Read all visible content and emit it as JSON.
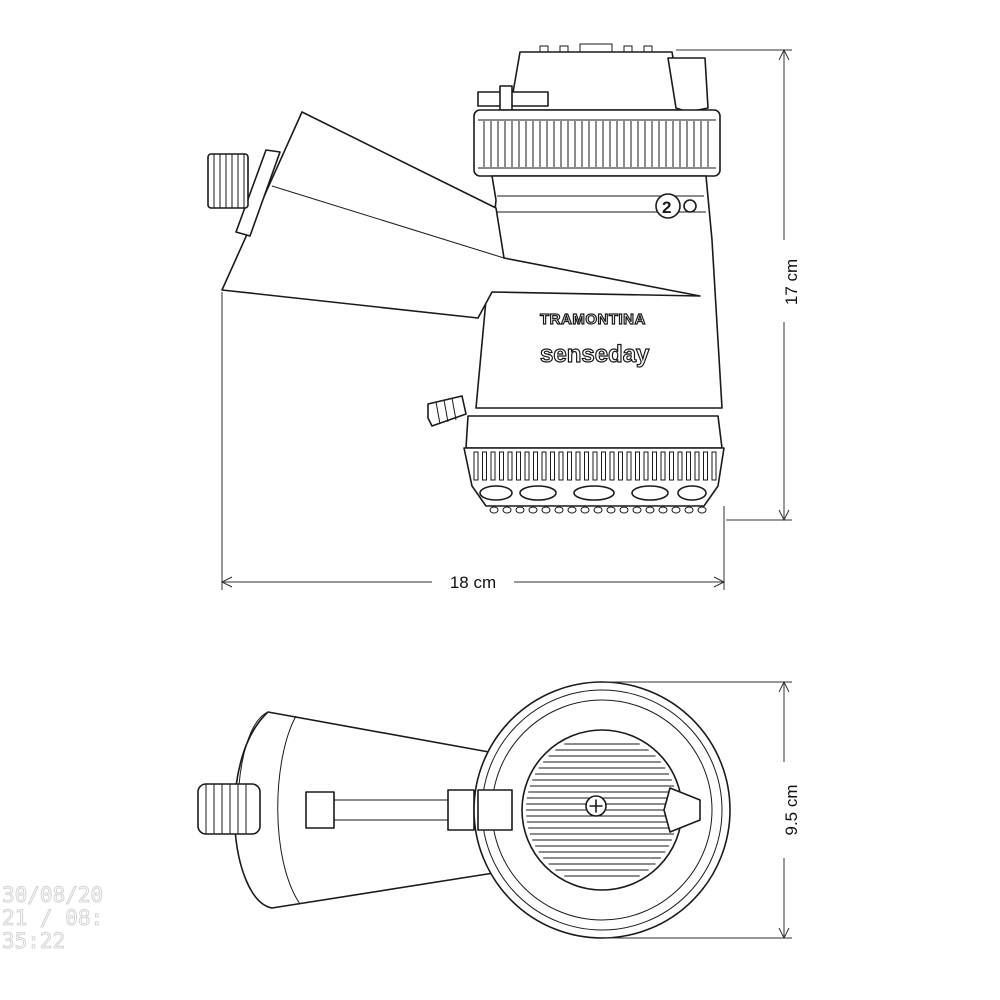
{
  "dimensions": {
    "width_label": "18 cm",
    "height_label": "17 cm",
    "depth_label": "9.5 cm"
  },
  "product": {
    "brand": "TRAMONTINA",
    "model": "senseday",
    "selector_marking": "2"
  },
  "timestamp_overlay": "30/08/2021 / 08:35:22"
}
